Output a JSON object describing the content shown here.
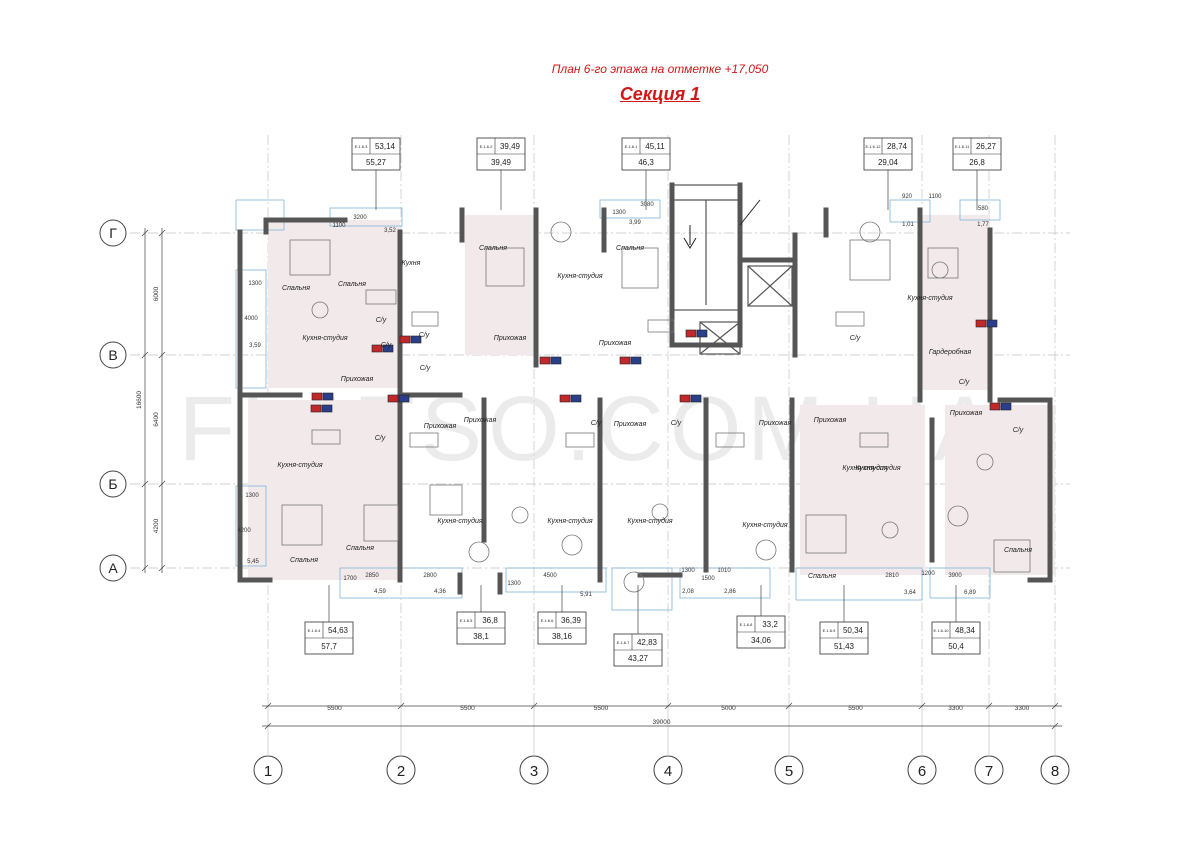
{
  "header": {
    "plan_title": "План 6-го этажа на отметке +17,050",
    "section_title": "Секция 1"
  },
  "watermark": "FLATSO.COM.UA",
  "colors": {
    "title": "#d01818",
    "wall": "#555555",
    "room_fill": "#f1e9ea",
    "vent_red": "#c0282c",
    "vent_blue": "#2a3f8a"
  },
  "axes": {
    "columns": [
      "1",
      "2",
      "3",
      "4",
      "5",
      "6",
      "7",
      "8"
    ],
    "rows": [
      "Г",
      "В",
      "Б",
      "А"
    ],
    "column_spacings": [
      "5500",
      "5500",
      "5500",
      "5000",
      "5500",
      "3300",
      "3300"
    ],
    "total_width": "39000",
    "row_spacings": [
      "6000",
      "6400",
      "4200"
    ],
    "total_height": "16600"
  },
  "apartments_top": [
    {
      "id": "Е.1.6.3",
      "area": "53,14",
      "total": "55,27"
    },
    {
      "id": "Е.1.6.2",
      "area": "39,49",
      "total": "39,49"
    },
    {
      "id": "Е.1.6.1",
      "area": "45,11",
      "total": "46,3"
    },
    {
      "id": "Е.1.6.12",
      "area": "28,74",
      "total": "29,04"
    },
    {
      "id": "Е.1.6.11",
      "area": "26,27",
      "total": "26,8"
    }
  ],
  "apartments_bottom": [
    {
      "id": "Е.1.6.4",
      "area": "54,63",
      "total": "57,7"
    },
    {
      "id": "Е.1.6.5",
      "area": "36,8",
      "total": "38,1"
    },
    {
      "id": "Е.1.6.6",
      "area": "36,39",
      "total": "38,16"
    },
    {
      "id": "Е.1.6.7",
      "area": "42,83",
      "total": "43,27"
    },
    {
      "id": "Е.1.6.8",
      "area": "33,2",
      "total": "34,06"
    },
    {
      "id": "Е.1.6.9",
      "area": "50,34",
      "total": "51,43"
    },
    {
      "id": "Е.1.6.10",
      "area": "48,34",
      "total": "50,4"
    }
  ],
  "room_labels": [
    "Спальня",
    "Спальня",
    "Кухня-студия",
    "С/у",
    "Прихожая",
    "Кухня",
    "Спальня",
    "С/у",
    "Прихожая",
    "Кухня-студия",
    "Спальня",
    "Прихожая",
    "С/у",
    "С/у",
    "Кухня-студия",
    "Гардеробная",
    "С/у",
    "Прихожая",
    "Прихожая",
    "Прихожая",
    "Прихожая",
    "Прихожая",
    "Прихожая",
    "Кухня-студия",
    "С/у",
    "С/у",
    "С/у",
    "С/у",
    "С/у",
    "Кухня-студия",
    "Спальня",
    "Спальня",
    "Кухня-студия",
    "Кухня-студия",
    "Кухня-студия",
    "Кухня-студия",
    "Кухня-студия",
    "Спальня",
    "Спальня"
  ],
  "balcony_dims": [
    "3200",
    "3,52",
    "920",
    "1,01",
    "1100",
    "580",
    "1,77",
    "3080",
    "3,99",
    "1300",
    "2850",
    "4,59",
    "2800",
    "4,36",
    "1300",
    "4500",
    "5,91",
    "1300",
    "2,08",
    "1010",
    "1500",
    "2,86",
    "2810",
    "3,64",
    "1200",
    "3900",
    "6,89",
    "1300",
    "5,45",
    "4200",
    "3,59",
    "4000",
    "1300",
    "1700",
    "1100"
  ]
}
